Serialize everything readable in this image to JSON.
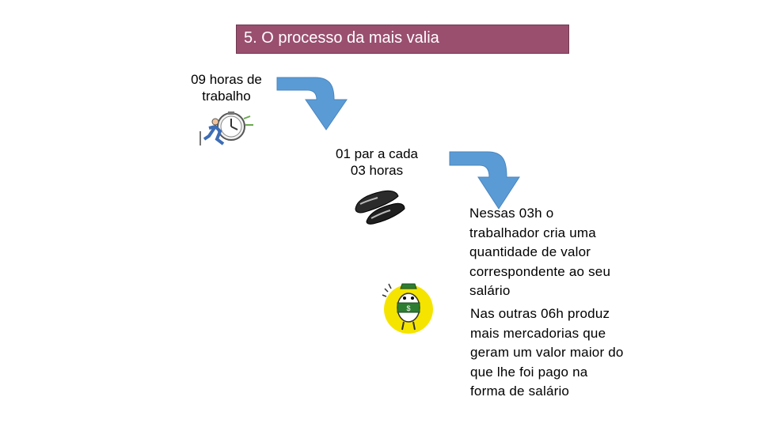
{
  "title": "5. O processo da mais valia",
  "step1": {
    "line1": "09 horas de",
    "line2": "trabalho"
  },
  "step2": {
    "line1": "01 par a cada",
    "line2": "03 horas"
  },
  "text1": {
    "lines": [
      "Nessas 03h o",
      "trabalhador cria uma",
      "quantidade de valor",
      "correspondente ao seu",
      "salário"
    ]
  },
  "text2": {
    "lines": [
      "Nas outras 06h produz",
      "mais mercadorias que",
      "geram um valor maior do",
      "que lhe foi pago na",
      "forma de salário"
    ]
  },
  "icons": {
    "clock": "running-clock-icon",
    "shoes": "shoes-icon",
    "money": "money-man-icon",
    "arrow": "curved-arrow-icon"
  },
  "colors": {
    "title_bg": "#9a4f6f",
    "arrow": "#5b9bd5",
    "money_bg": "#f5e400"
  }
}
